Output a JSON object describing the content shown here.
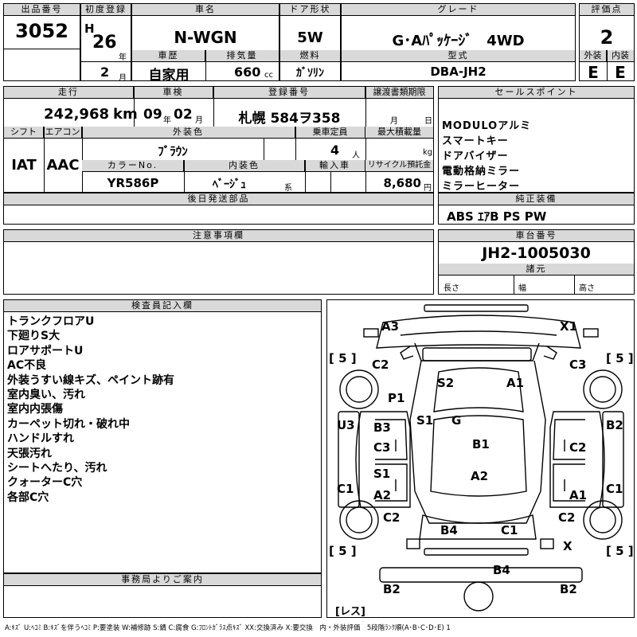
{
  "header": {
    "lot_label": "出品番号",
    "lot": "3052",
    "first_reg_label": "初度登録",
    "era": "H",
    "year": "26",
    "year_unit": "年",
    "month": "2",
    "month_unit": "月",
    "car_name_label": "車名",
    "car_name": "N-WGN",
    "history_label": "車歴",
    "history": "自家用",
    "displacement_label": "排気量",
    "displacement": "660",
    "displacement_unit": "cc",
    "door_label": "ドア形状",
    "door": "5W",
    "fuel_label": "燃料",
    "fuel": "ｶﾞｿﾘﾝ",
    "grade_label": "グレード",
    "grade": "G･Aﾊﾟｯｹｰｼﾞ　4WD",
    "model_label": "型式",
    "model": "DBA-JH2",
    "score_label": "評価点",
    "score": "2",
    "exterior_label": "外装",
    "exterior": "E",
    "interior_label": "内装",
    "interior": "E"
  },
  "row2": {
    "mileage_label": "走行",
    "mileage": "242,968",
    "mileage_unit": "km",
    "inspection_label": "車検",
    "insp_year": "09",
    "insp_year_unit": "年",
    "insp_month": "02",
    "insp_month_unit": "月",
    "plate_label": "登録番号",
    "plate": "札幌 584ヲ358",
    "transfer_label": "譲渡書類期限",
    "transfer_month": "月",
    "transfer_day": "日",
    "shift_label": "シフト",
    "shift": "IAT",
    "ac_label": "エアコン",
    "ac": "AAC",
    "color_label": "外装色",
    "color": "ﾌﾞﾗｳﾝ",
    "capacity_label": "乗車定員",
    "capacity": "4",
    "capacity_unit": "人",
    "load_label": "最大積載量",
    "load_unit": "kg",
    "color_no_label": "カラーNo.",
    "color_no": "YR586P",
    "interior_color_label": "内装色",
    "interior_color": "ﾍﾞｰｼﾞｭ",
    "interior_color_unit": "系",
    "import_label": "輸入車",
    "recycle_label": "リサイクル預託金",
    "recycle": "8,680",
    "recycle_unit": "円"
  },
  "sales_point": {
    "label": "セールスポイント",
    "items": [
      "MODULOアルミ",
      "スマートキー",
      "ドアバイザー",
      "電動格納ミラー",
      "ミラーヒーター"
    ]
  },
  "later_parts_label": "後日発送部品",
  "genuine": {
    "label": "純正装備",
    "value": "ABS ｴｱB PS PW"
  },
  "caution_label": "注意事項欄",
  "chassis": {
    "label": "車台番号",
    "value": "JH2-1005030",
    "dims_label": "諸元",
    "length": "長さ",
    "width": "幅",
    "height": "高さ"
  },
  "inspector": {
    "label": "検査員記入欄",
    "notes": [
      "トランクフロアU",
      "下廻りS大",
      "ロアサポートU",
      "AC不良",
      "外装うすい線キズ、ペイント跡有",
      "室内臭い、汚れ",
      "室内内張傷",
      "カーペット切れ・破れ中",
      "ハンドルすれ",
      "天張汚れ",
      "シートへたり、汚れ",
      "クォーターC穴",
      "各部C穴"
    ]
  },
  "office_label": "事務局よりご案内",
  "diagram": {
    "marks": [
      "A3",
      "X1",
      "C2",
      "C3",
      "S2",
      "A1",
      "P1",
      "S1",
      "G",
      "U3",
      "B3",
      "B2",
      "C3",
      "C2",
      "B1",
      "S1",
      "A2",
      "C1",
      "A2",
      "A1",
      "C1",
      "C2",
      "C2",
      "B4",
      "C1",
      "X",
      "B4",
      "B2",
      "B2"
    ],
    "tire": "5",
    "tire_less": "レス"
  },
  "legend": "A:ｷｽﾞ U:ﾍｺﾐ B:ｷｽﾞを伴うﾍｺﾐ P:要塗装 W:補修跡 S:錆 C:腐食 G:ﾌﾛﾝﾄｶﾞﾗｽ点ｷｽﾞ XX:交換済み X:要交換　内・外装評価　5段階ﾗﾝｸ順(A･B･C･D･E) 1"
}
